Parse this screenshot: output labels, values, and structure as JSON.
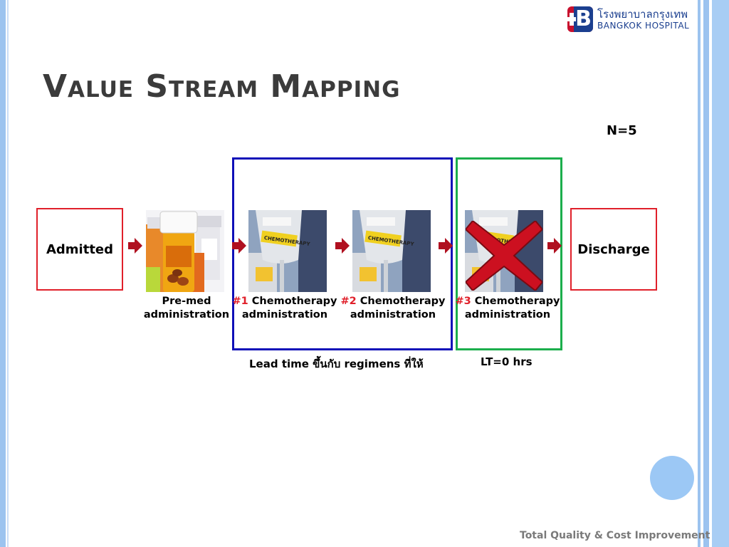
{
  "logo": {
    "thai": "โรงพยาบาลกรุงเทพ",
    "english": "BANGKOK HOSPITAL"
  },
  "title": "Value Stream Mapping",
  "sample_size": "N=5",
  "steps": {
    "start": "Admitted",
    "end": "Discharge",
    "premed": {
      "line1": "Pre-med",
      "line2": "administration"
    },
    "chemo1": {
      "num": "#1",
      "line1": "Chemotherapy",
      "line2": "administration"
    },
    "chemo2": {
      "num": "#2",
      "line1": "Chemotherapy",
      "line2": "administration"
    },
    "chemo3": {
      "num": "#3",
      "line1": "Chemotherapy",
      "line2": "administration"
    }
  },
  "lead_time_note": "Lead time ขึ้นกับ regimens ที่ให้",
  "lt_note": "LT=0 hrs",
  "footer": "Total Quality & Cost Improvement",
  "colors": {
    "blue_box": "#1010b8",
    "green_box": "#1cae4c",
    "red_box": "#e0202a",
    "arrow": "#b01020",
    "cross": "#cc1020"
  }
}
